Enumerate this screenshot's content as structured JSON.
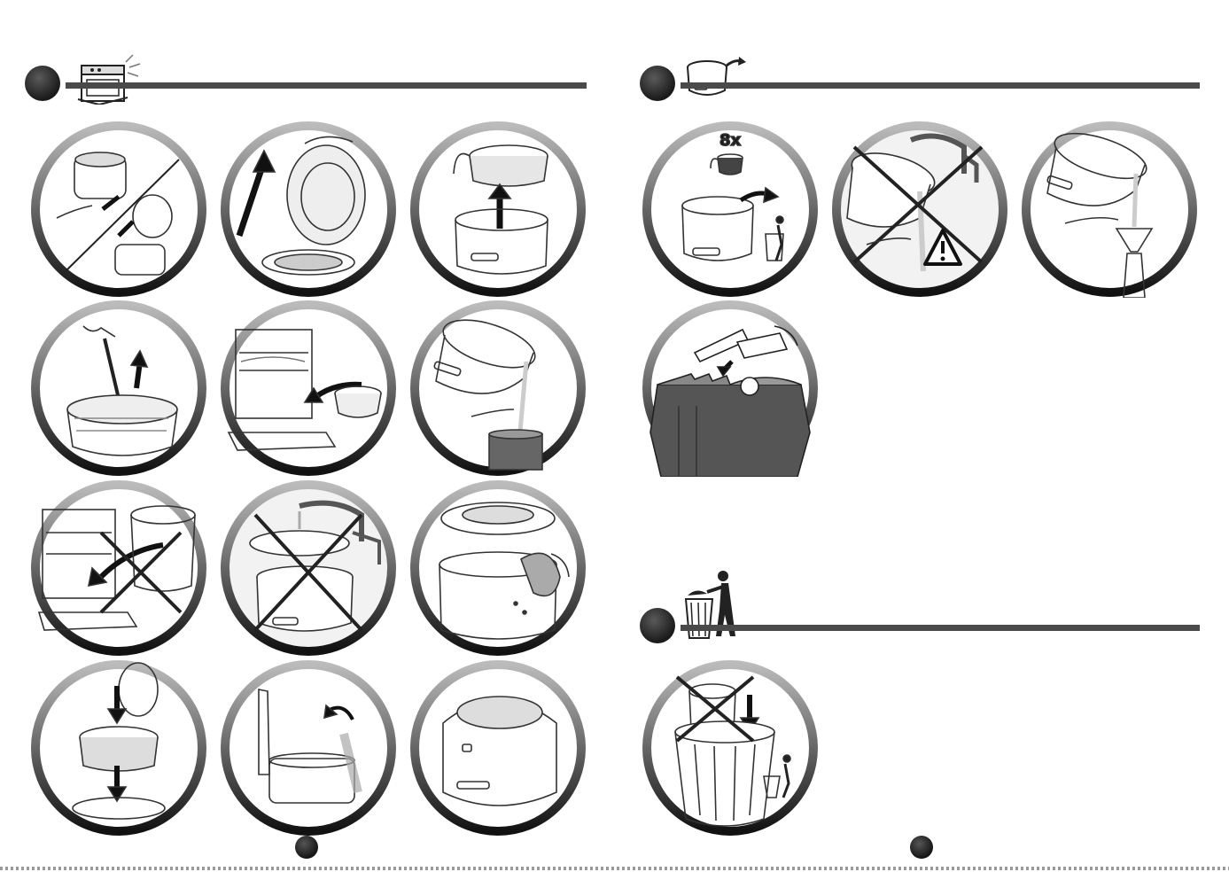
{
  "sections": [
    {
      "id": "cleaning",
      "icon": "dishwasher-icon"
    },
    {
      "id": "oil-disposal",
      "icon": "fryer-pour-icon"
    },
    {
      "id": "appliance-disposal",
      "icon": "trash-bin-person-icon"
    }
  ],
  "steps": [
    {
      "icon": "remove-lid-icon"
    },
    {
      "icon": "lift-lid-icon"
    },
    {
      "icon": "remove-basket-icon"
    },
    {
      "icon": "remove-handle-icon"
    },
    {
      "icon": "basket-dishwasher-icon"
    },
    {
      "icon": "pour-oil-icon"
    },
    {
      "icon": "no-dishwasher-fryer-icon"
    },
    {
      "icon": "no-tap-water-icon"
    },
    {
      "icon": "sponge-clean-icon"
    },
    {
      "icon": "reassemble-icon"
    },
    {
      "icon": "close-lid-icon"
    },
    {
      "icon": "fryer-assembled-icon"
    },
    {
      "icon": "change-oil-8x-icon",
      "label": "8x"
    },
    {
      "icon": "no-sink-pour-icon"
    },
    {
      "icon": "funnel-bottle-icon"
    },
    {
      "icon": "recycling-container-icon"
    },
    {
      "icon": "no-household-bin-icon"
    }
  ]
}
